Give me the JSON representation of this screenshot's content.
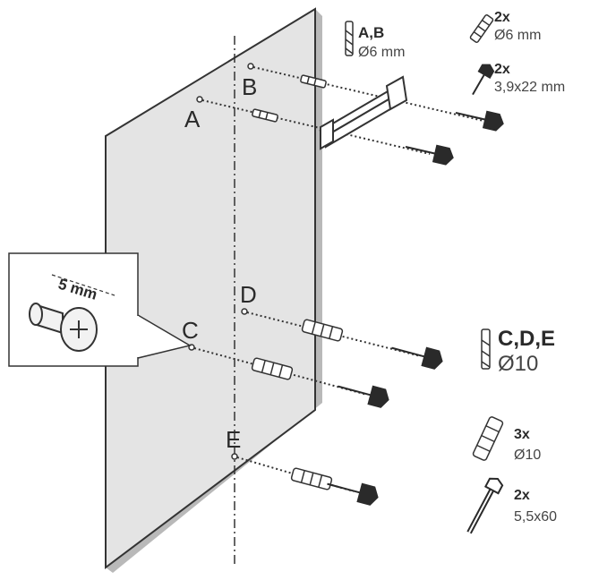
{
  "points": {
    "a": "A",
    "b": "B",
    "c": "C",
    "d": "D",
    "e": "E"
  },
  "inset": {
    "dimension": "5 mm"
  },
  "legend": {
    "ab_holes": {
      "title": "A,B",
      "size": "Ø6 mm"
    },
    "ab_plugs": {
      "count": "2x",
      "size": "Ø6 mm"
    },
    "ab_screws": {
      "count": "2x",
      "size": "3,9x22 mm"
    },
    "cde_holes": {
      "title": "C,D,E",
      "size": "Ø10"
    },
    "cde_plugs": {
      "count": "3x",
      "size": "Ø10"
    },
    "cde_screws": {
      "count": "2x",
      "size": "5,5x60"
    }
  }
}
